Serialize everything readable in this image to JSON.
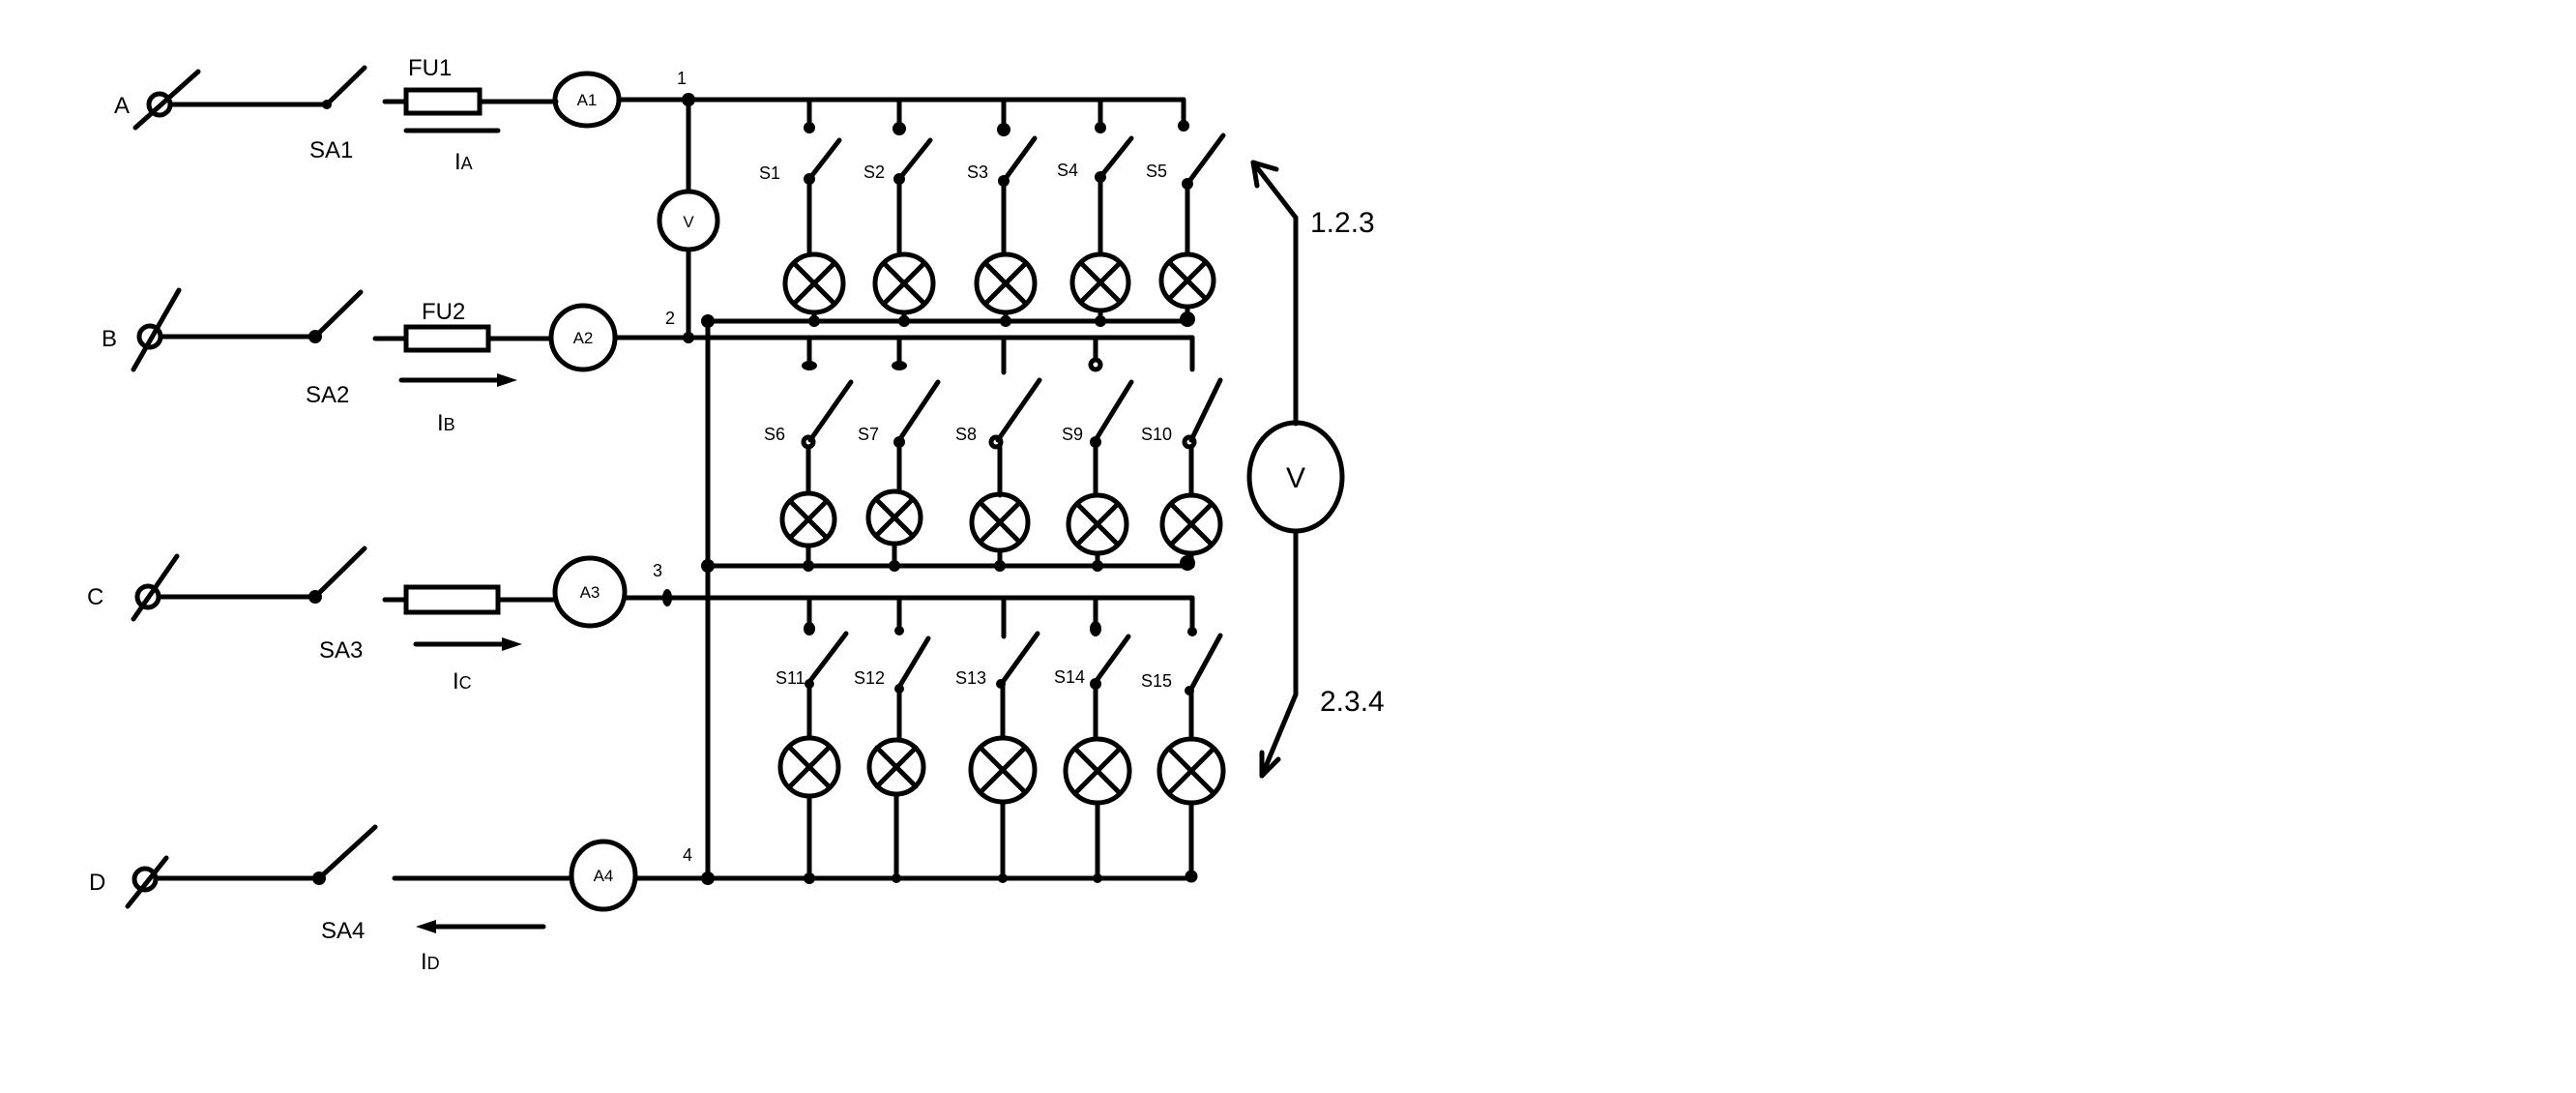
{
  "phases": [
    {
      "label": "A",
      "switch": "SA1",
      "fuse": "FU1",
      "ammeter": "A1",
      "node": "1",
      "current_label": "I",
      "current_sub": "A"
    },
    {
      "label": "B",
      "switch": "SA2",
      "fuse": "FU2",
      "ammeter": "A2",
      "node": "2",
      "current_label": "I",
      "current_sub": "B"
    },
    {
      "label": "C",
      "switch": "SA3",
      "fuse": "",
      "ammeter": "A3",
      "node": "3",
      "current_label": "I",
      "current_sub": "C"
    },
    {
      "label": "D",
      "switch": "SA4",
      "fuse": "",
      "ammeter": "A4",
      "node": "4",
      "current_label": "I",
      "current_sub": "D"
    }
  ],
  "voltmeter_small": "V",
  "voltmeter_big": "V",
  "range_labels": {
    "upper": "1.2.3",
    "lower": "2.3.4"
  },
  "switch_rows": [
    [
      "S1",
      "S2",
      "S3",
      "S4",
      "S5"
    ],
    [
      "S6",
      "S7",
      "S8",
      "S9",
      "S10"
    ],
    [
      "S11",
      "S12",
      "S13",
      "S14",
      "S15"
    ]
  ]
}
